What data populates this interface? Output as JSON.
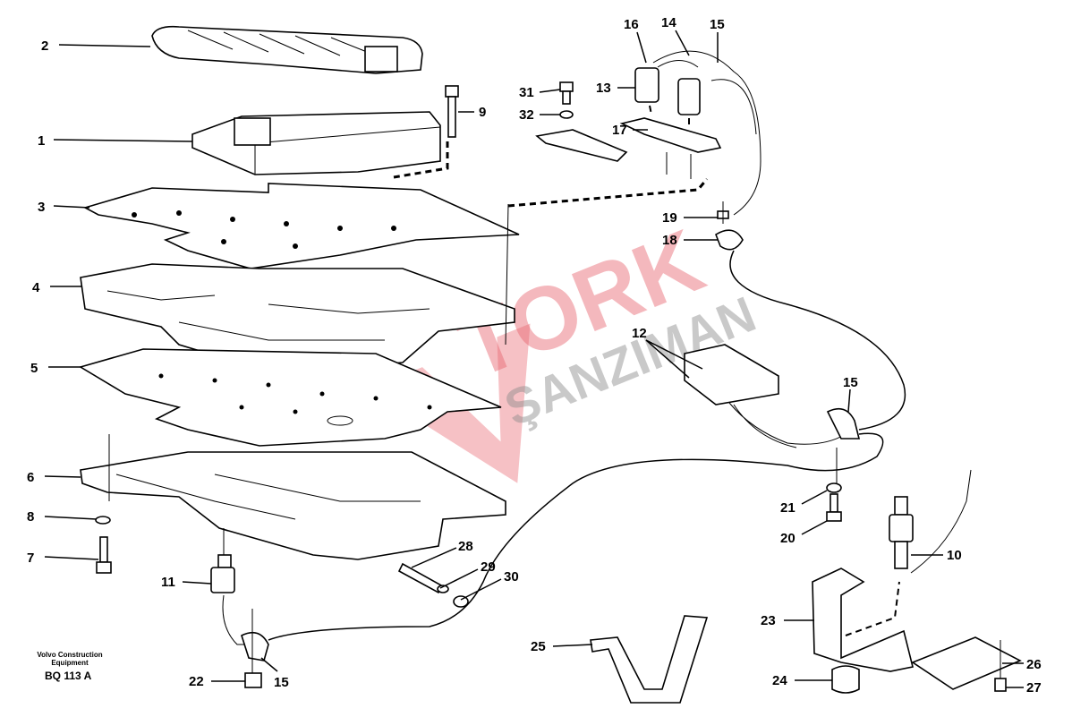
{
  "diagram": {
    "credit": {
      "line1": "Volvo Construction",
      "line2": "Equipment",
      "code": "BQ 113 A"
    },
    "watermark": {
      "line1": "TORK",
      "line2": "ŞANZIMAN"
    },
    "callouts": {
      "c2": "2",
      "c1": "1",
      "c3": "3",
      "c4": "4",
      "c5": "5",
      "c6": "6",
      "c8": "8",
      "c7": "7",
      "c9": "9",
      "c31": "31",
      "c32": "32",
      "c13": "13",
      "c16": "16",
      "c14": "14",
      "c15a": "15",
      "c17": "17",
      "c19": "19",
      "c18": "18",
      "c12": "12",
      "c15b": "15",
      "c21": "21",
      "c20": "20",
      "c10": "10",
      "c11": "11",
      "c28": "28",
      "c29": "29",
      "c30": "30",
      "c25": "25",
      "c23": "23",
      "c24": "24",
      "c26": "26",
      "c27": "27",
      "c22": "22",
      "c15c": "15"
    }
  }
}
